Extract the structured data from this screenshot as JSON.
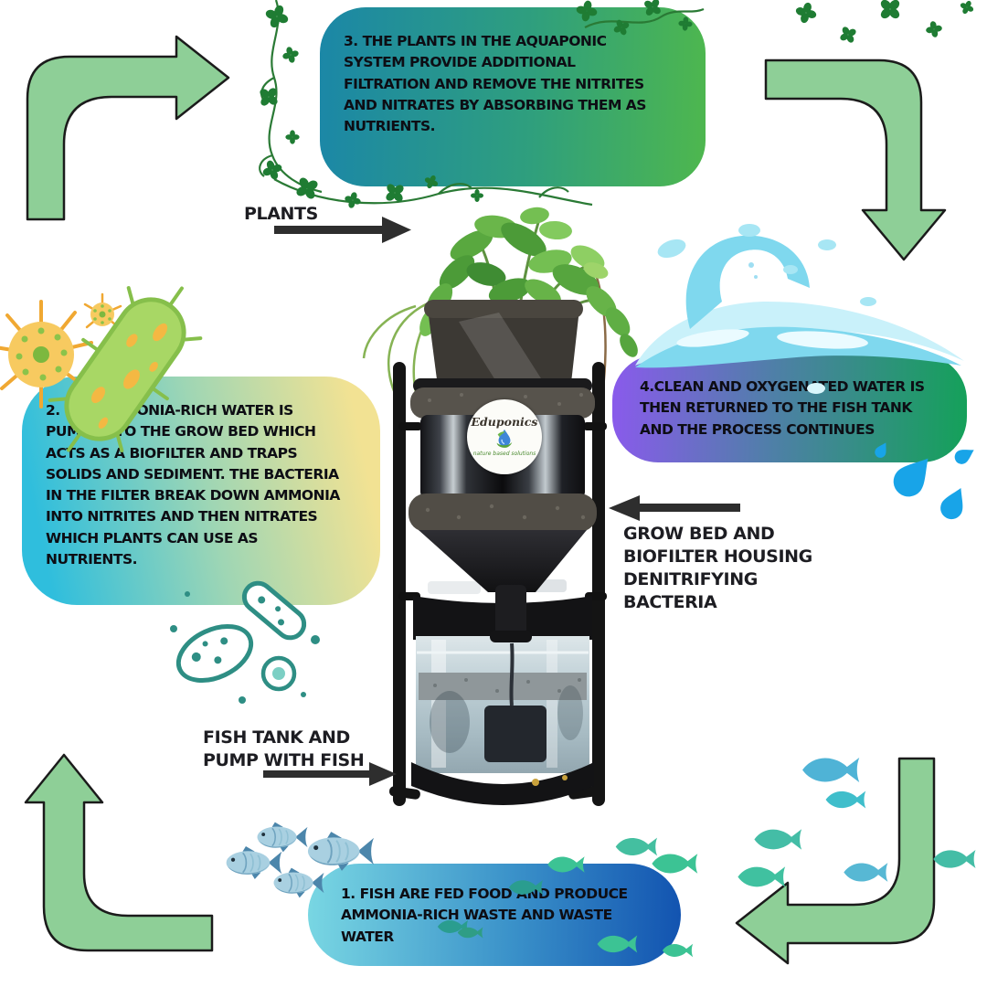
{
  "steps": {
    "step1": "1. FISH ARE FED FOOD AND PRODUCE\nAMMONIA-RICH WASTE AND WASTE\nWATER",
    "step2": "2. THE AMMONIA-RICH WATER IS\nPUMPED TO THE GROW BED WHICH\nACTS AS A BIOFILTER AND TRAPS\nSOLIDS AND SEDIMENT.  THE BACTERIA\nIN THE FILTER BREAK DOWN AMMONIA\nINTO NITRITES AND THEN NITRATES\nWHICH PLANTS  CAN USE AS\nNUTRIENTS.",
    "step3": "3. THE PLANTS IN THE AQUAPONIC\nSYSTEM PROVIDE ADDITIONAL\nFILTRATION AND REMOVE THE NITRITES\nAND NITRATES BY ABSORBING THEM AS\nNUTRIENTS.",
    "step4": "4.CLEAN AND OXYGENATED WATER IS\nTHEN RETURNED TO THE FISH TANK\nAND THE PROCESS CONTINUES"
  },
  "labels": {
    "plants": "PLANTS",
    "grow_bed": "GROW BED AND\nBIOFILTER HOUSING\nDENITRIFYING\nBACTERIA",
    "fish_tank": "FISH TANK AND\nPUMP WITH FISH"
  },
  "logo": {
    "name": "Eduponics",
    "tagline": "nature based solutions"
  },
  "colors": {
    "step3_gradient": [
      "#1b87a7",
      "#4eb74e"
    ],
    "step2_gradient": [
      "#2fbedd",
      "#f2e293"
    ],
    "step4_gradient": [
      "#8a5aec",
      "#14a159"
    ],
    "step1_gradient": [
      "#79d7e3",
      "#1253b0"
    ],
    "cycle_arrow_green": "#8ecf97",
    "label_arrow_black": "#2e2e2e",
    "clover_green": "#1f7c33",
    "splash_blue": "#7fd8ee",
    "droplet_blue": "#18a4e8",
    "fish_teal": "#3cc394",
    "fish_blue": "#4fb3d6",
    "bacteria_yellow": "#f7ca60",
    "bacteria_green": "#a8d765",
    "bacteria_teal_outline": "#2e8e84"
  },
  "decorations": [
    "cycle-arrows",
    "clover-vines",
    "bacteria-microbes",
    "water-splash",
    "water-droplets",
    "fish-school",
    "aquaponic-tower-photo"
  ]
}
